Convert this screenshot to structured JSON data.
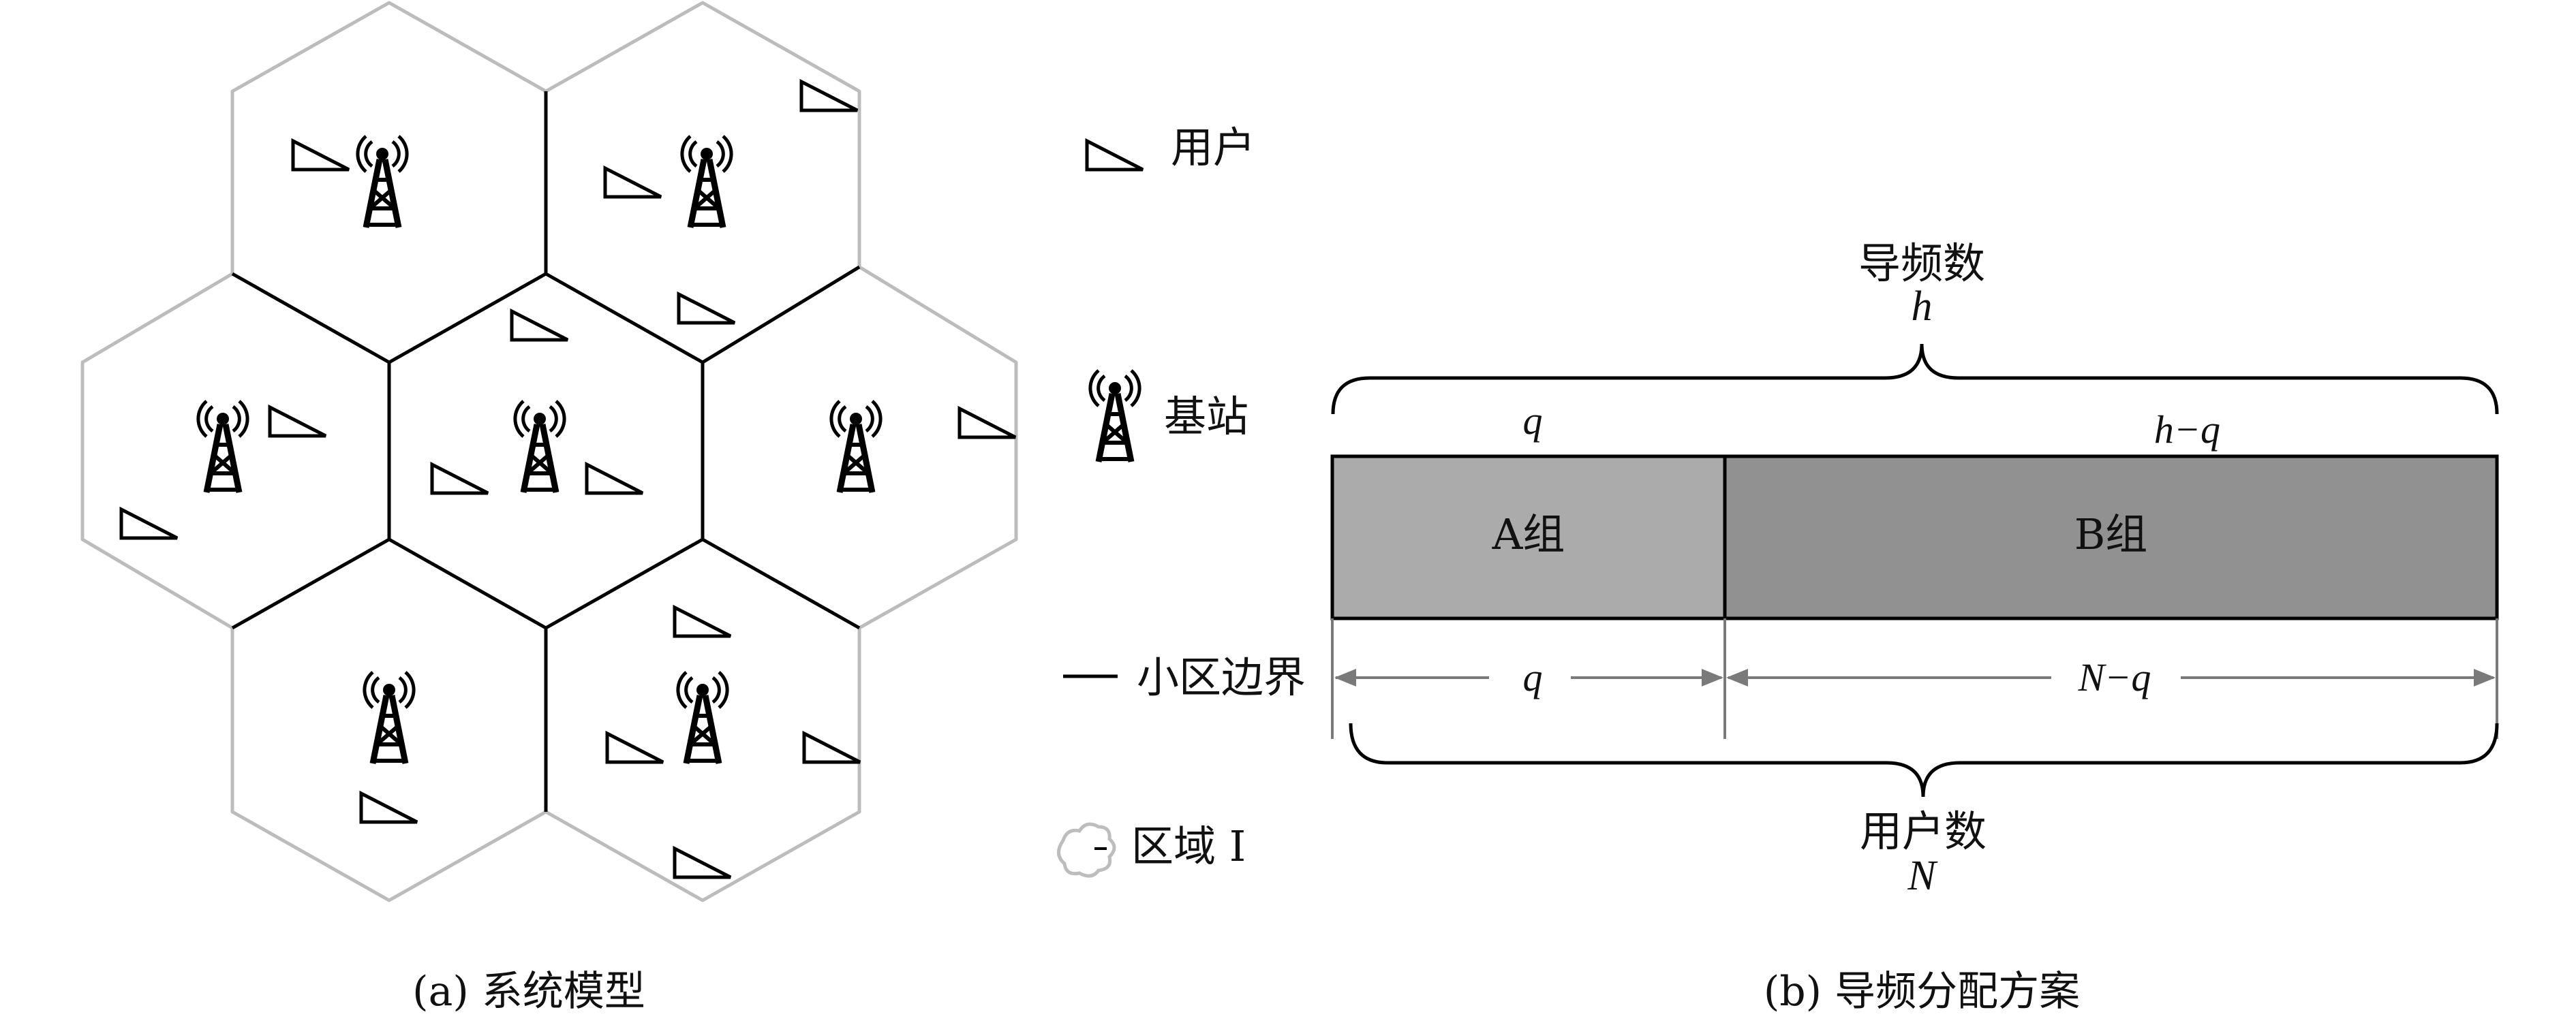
{
  "legend": {
    "user": "用户",
    "base_station": "基站",
    "cell_boundary": "小区边界",
    "region": "区域 I"
  },
  "figure_a": {
    "caption": "(a) 系统模型"
  },
  "figure_b": {
    "caption": "(b) 导频分配方案",
    "pilots_label": "导频数",
    "pilots_var": "h",
    "users_label": "用户数",
    "users_var": "N",
    "group_a_label": "A组",
    "group_b_label": "B组",
    "top_q": "q",
    "top_h_minus_q": "h−q",
    "bottom_q": "q",
    "bottom_n_minus_q": "N−q",
    "group_a_fraction": 0.337,
    "colors": {
      "group_a": "#ababab",
      "group_b": "#919191",
      "arrow": "#7a7a7a",
      "outer_edge": "#bcbcbc"
    }
  }
}
